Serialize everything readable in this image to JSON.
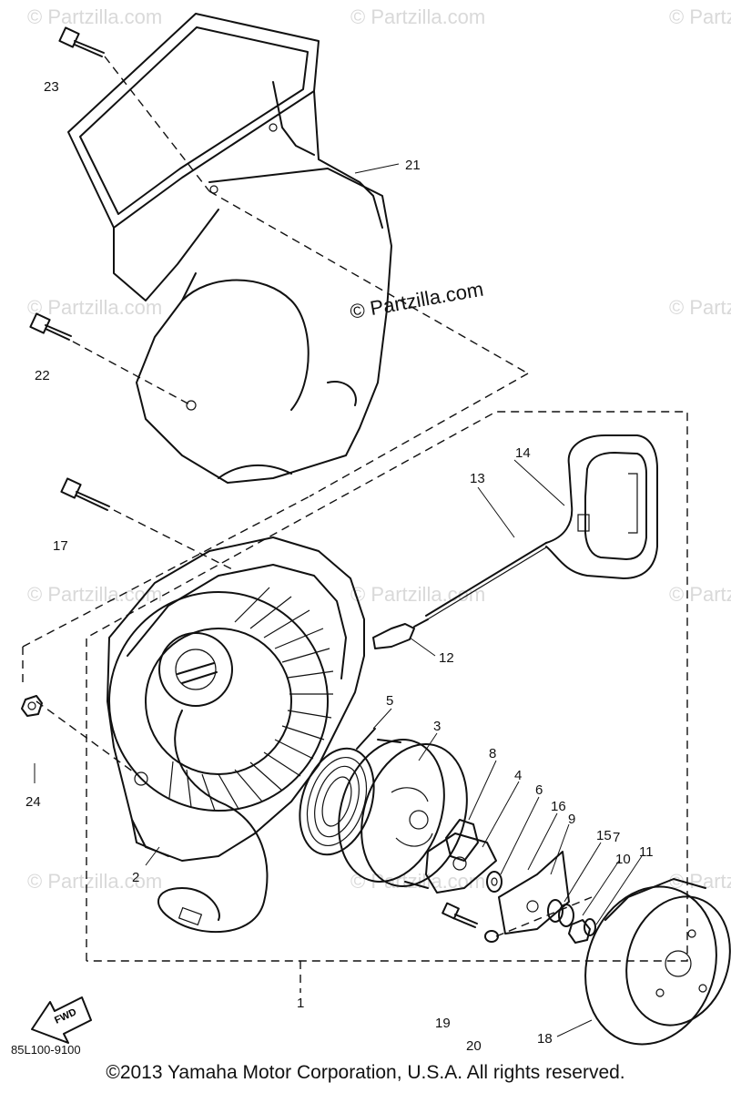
{
  "diagram": {
    "diagram_code": "85L100-9100",
    "fwd_arrow_label": "FWD",
    "center_watermark": "© Partzilla.com",
    "watermark_text": "© Partzilla.com",
    "copyright": "©2013 Yamaha Motor Corporation, U.S.A. All rights reserved."
  },
  "part_labels": {
    "p1": "1",
    "p2": "2",
    "p3": "3",
    "p4": "4",
    "p5": "5",
    "p6": "6",
    "p7": "7",
    "p8": "8",
    "p9": "9",
    "p10": "10",
    "p11": "11",
    "p12": "12",
    "p13": "13",
    "p14": "14",
    "p15": "15",
    "p16": "16",
    "p17": "17",
    "p18": "18",
    "p19": "19",
    "p20": "20",
    "p21": "21",
    "p22": "22",
    "p23": "23",
    "p24": "24"
  }
}
